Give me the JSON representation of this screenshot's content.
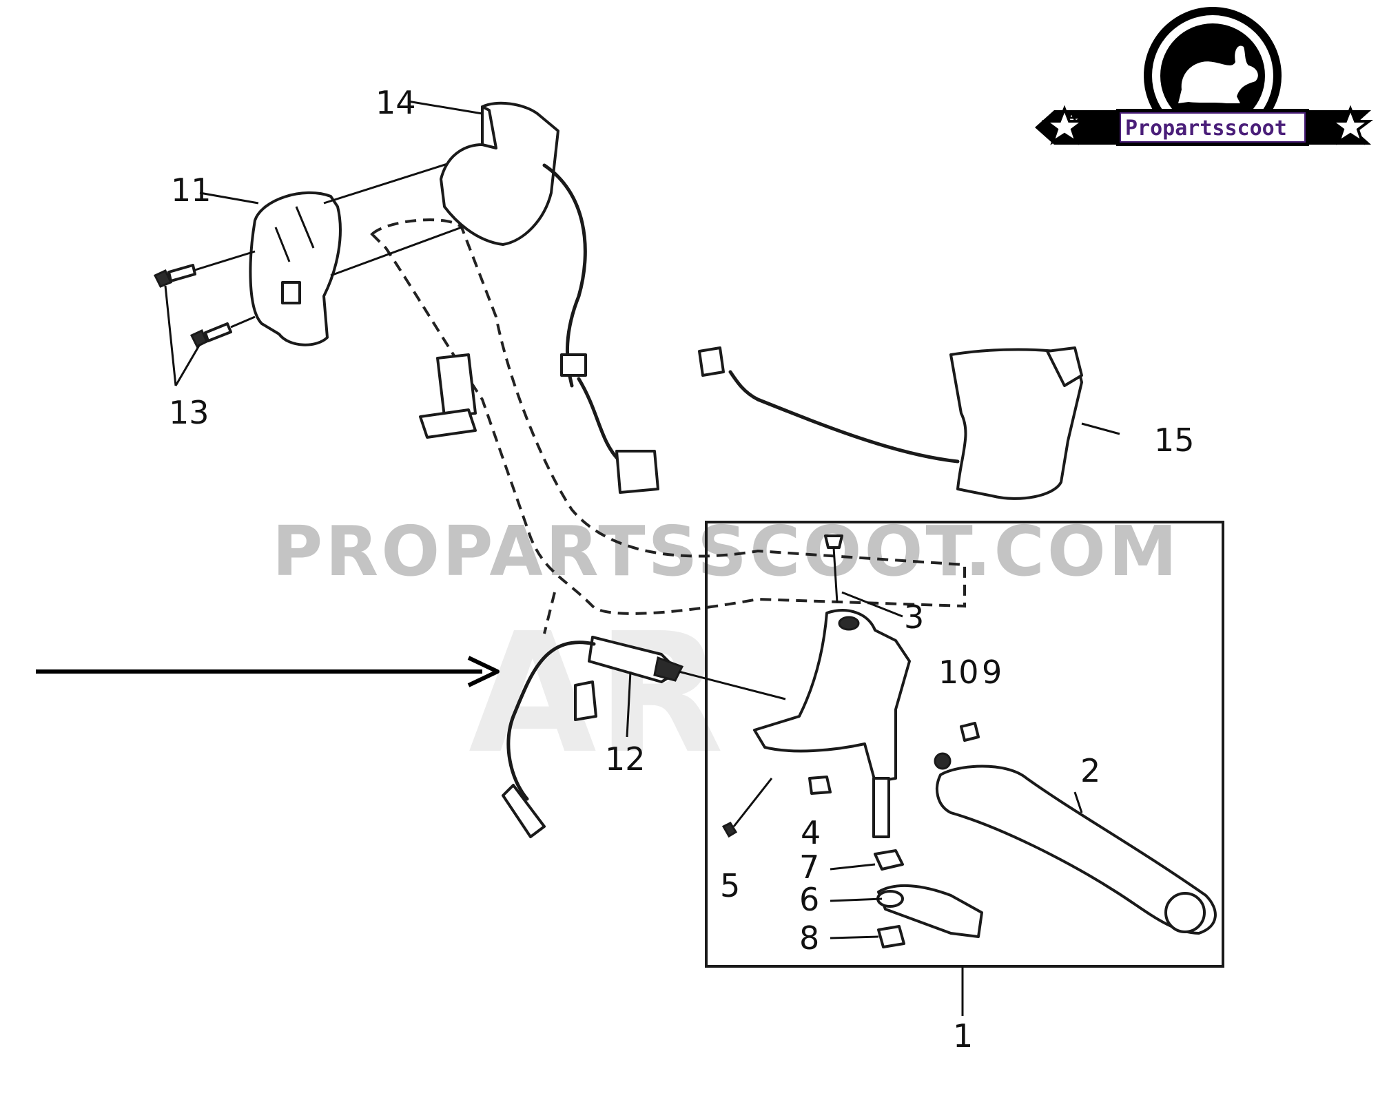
{
  "diagram": {
    "labels": {
      "p1": "1",
      "p2": "2",
      "p3": "3",
      "p4": "4",
      "p5": "5",
      "p6": "6",
      "p7": "7",
      "p8": "8",
      "p9": "9",
      "p10": "10",
      "p11": "11",
      "p12": "12",
      "p13": "13",
      "p14": "14",
      "p15": "15"
    },
    "watermark": "PROPARTSSCOOT.COM"
  },
  "logo": {
    "text": "Propartsscoot",
    "brand_color": "#4a1e79",
    "icon": "rabbit-icon"
  }
}
